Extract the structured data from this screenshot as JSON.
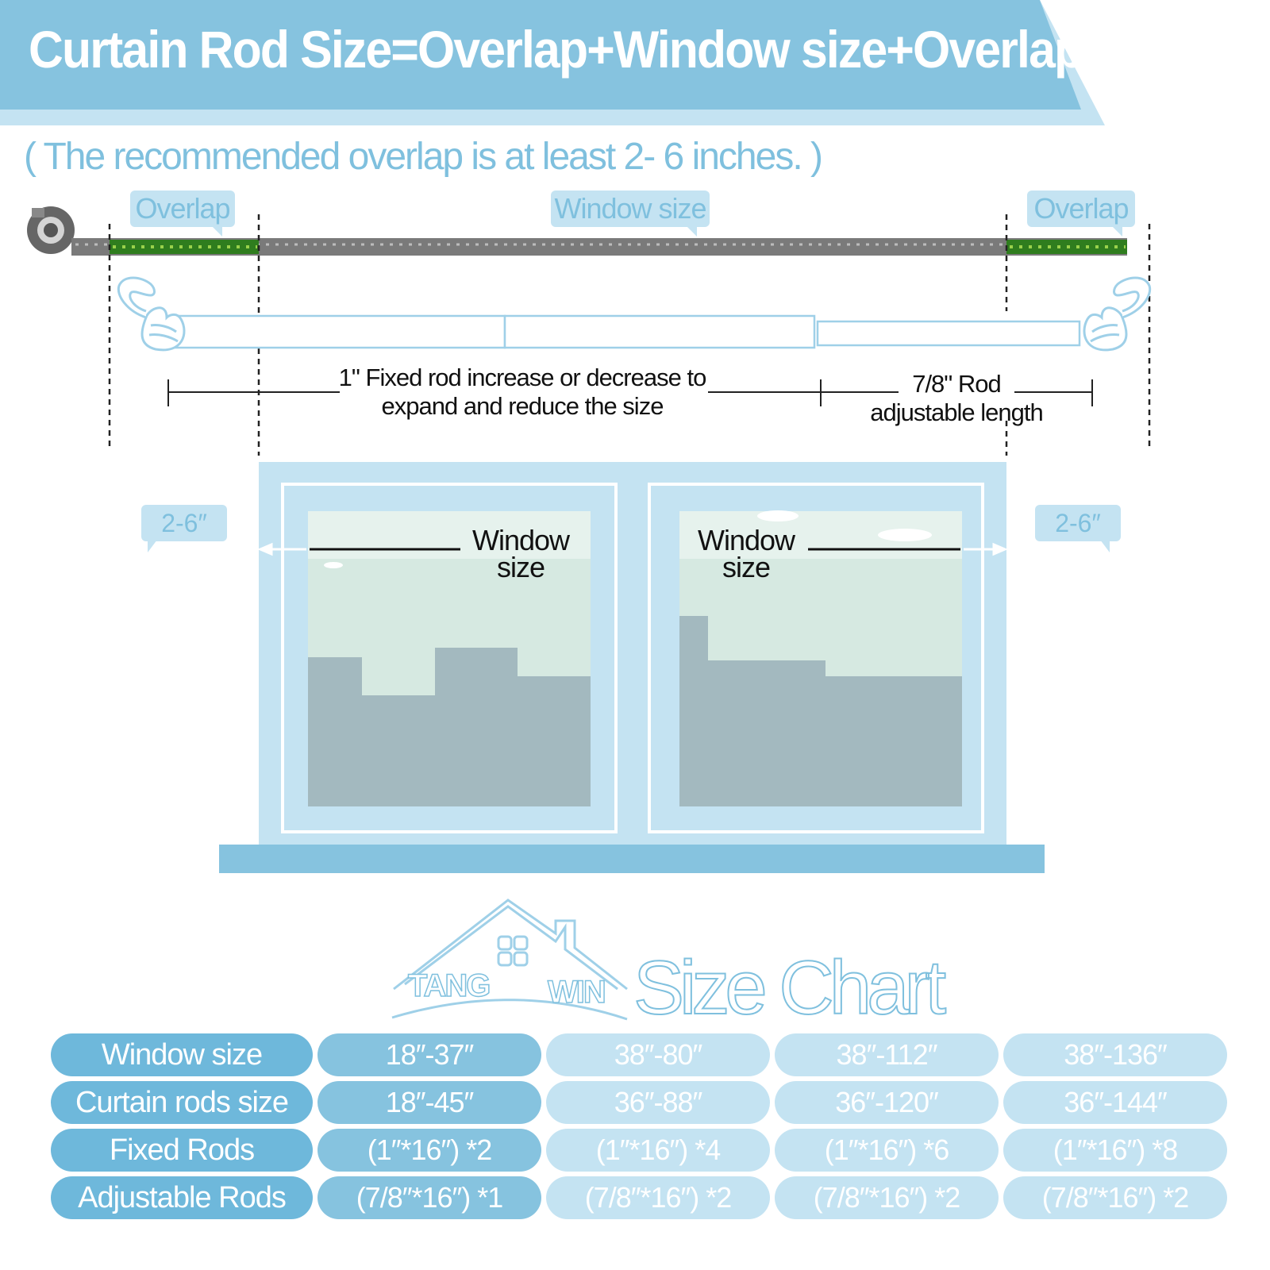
{
  "header": {
    "title": "Curtain Rod Size=Overlap+Window size+Overlap",
    "subtitle": "( The recommended overlap is at least 2- 6 inches. )"
  },
  "rod_labels": {
    "overlap_left": "Overlap",
    "window_size": "Window size",
    "overlap_right": "Overlap"
  },
  "notes": {
    "fixed_rod": "1\" Fixed rod  increase or decrease to",
    "fixed_rod_2": "expand and reduce the size",
    "adjustable_rod": "7/8\"  Rod",
    "adjustable_rod_2": "adjustable length"
  },
  "window": {
    "gap_left": "2-6″",
    "gap_right": "2-6″",
    "pane_label_left_1": "Window",
    "pane_label_left_2": "size",
    "pane_label_right_1": "Window",
    "pane_label_right_2": "size"
  },
  "brand": {
    "name_left": "TANG",
    "name_right": "WIN",
    "chart_title": "Size Chart"
  },
  "size_table": {
    "rows": [
      {
        "label": "Window size",
        "values": [
          "18″-37″",
          "38″-80″",
          "38″-112″",
          "38″-136″"
        ]
      },
      {
        "label": "Curtain rods size",
        "values": [
          "18″-45″",
          "36″-88″",
          "36″-120″",
          "36″-144″"
        ]
      },
      {
        "label": "Fixed Rods",
        "values": [
          "(1″*16″) *2",
          "(1″*16″) *4",
          "(1″*16″) *6",
          "(1″*16″) *8"
        ]
      },
      {
        "label": "Adjustable Rods",
        "values": [
          "(7/8″*16″) *1",
          "(7/8″*16″) *2",
          "(7/8″*16″) *2",
          "(7/8″*16″) *2"
        ]
      }
    ]
  },
  "colors": {
    "banner": "#86c3df",
    "light_blue": "#c4e3f2",
    "label_text": "#7fc0de",
    "overlap_green": "#2f7d1e"
  }
}
